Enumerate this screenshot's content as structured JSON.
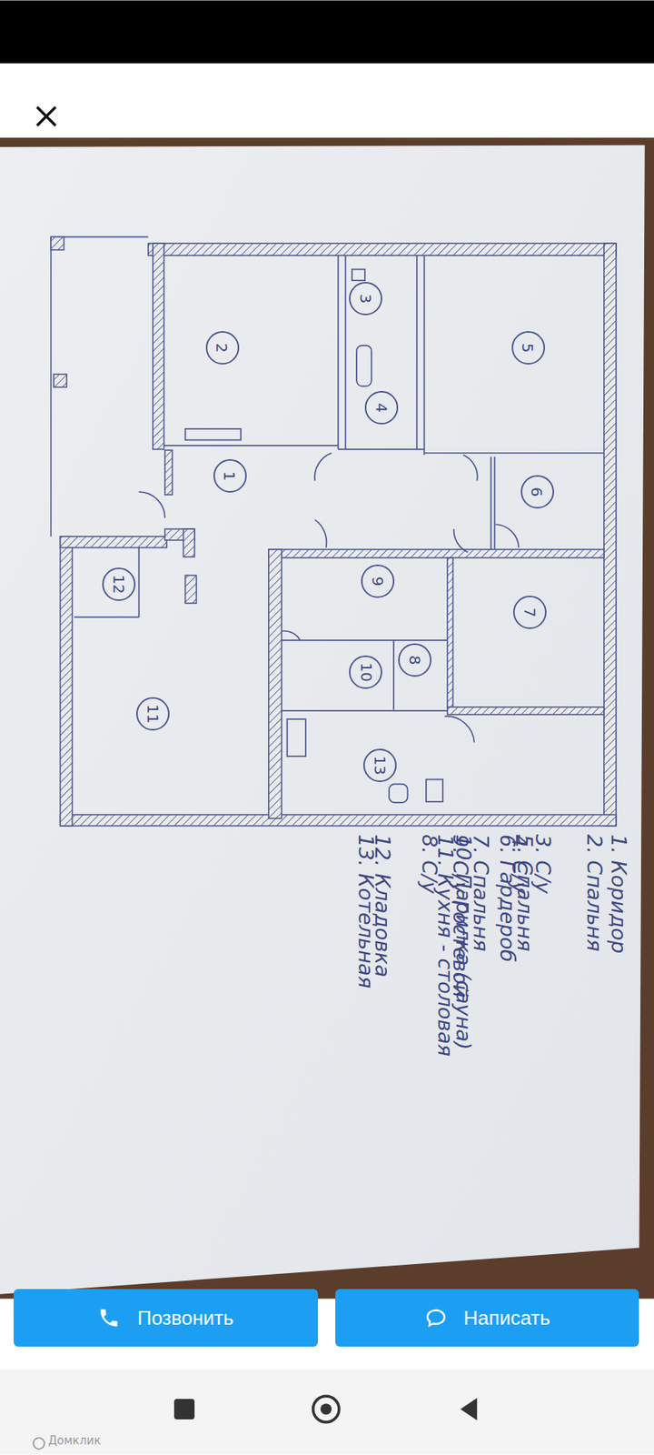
{
  "diagram": {
    "nodes": [
      {
        "text": [
          "1"
        ]
      },
      {
        "text": [
          "2"
        ]
      },
      {
        "text": [
          "3"
        ]
      },
      {
        "text": [
          "4"
        ]
      },
      {
        "text": [
          "5"
        ]
      },
      {
        "text": [
          "6"
        ]
      },
      {
        "text": [
          "7"
        ]
      },
      {
        "text": [
          "8"
        ]
      },
      {
        "text": [
          "9"
        ]
      },
      {
        "text": [
          "10"
        ]
      },
      {
        "text": [
          "11"
        ]
      },
      {
        "text": [
          "12"
        ]
      },
      {
        "text": [
          "13"
        ]
      },
      {
        "text": [
          "Позвонить"
        ]
      },
      {
        "text": [
          "Написать"
        ]
      }
    ],
    "labels": [
      "1. Коридор",
      "2. Спальня",
      "3. С/у",
      "4. С/у",
      "5. Спальня",
      "6. Гардероб",
      "7. Спальня",
      "8. С/у",
      "9. С/у Гостевой",
      "10. Парилка (сауна)",
      "11. Кухня - столовая",
      "12. Кладовка",
      "13. Котельная",
      "Домклик"
    ]
  }
}
